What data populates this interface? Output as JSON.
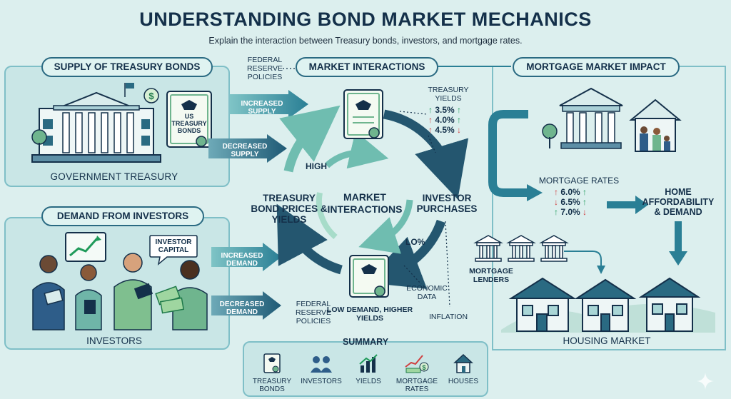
{
  "title": "UNDERSTANDING BOND MARKET MECHANICS",
  "subtitle": "Explain the interaction between Treasury bonds, investors, and mortgage rates.",
  "supply": {
    "header": "SUPPLY OF TREASURY BONDS",
    "bond_label": "US TREASURY BONDS",
    "footer": "GOVERNMENT TREASURY",
    "increased": "INCREASED SUPPLY",
    "decreased": "DECREASED SUPPLY"
  },
  "demand": {
    "header": "DEMAND FROM INVESTORS",
    "capital": "INVESTOR CAPITAL",
    "footer": "INVESTORS",
    "increased": "INCREASED DEMAND",
    "decreased": "DECREASED DEMAND"
  },
  "center": {
    "header": "MARKET INTERACTIONS",
    "fed_top": "FEDERAL RESERVE POLICIES",
    "fed_bottom": "FEDERAL RESERVE POLICIES",
    "treasury_yields": "TREASURY YIELDS",
    "yields": [
      {
        "value": "3.5%",
        "dir": "up"
      },
      {
        "value": "4.0%",
        "dir": "up"
      },
      {
        "value": "4.5%",
        "dir": "down"
      }
    ],
    "high": "HIGH",
    "low": "LO%",
    "core": "MARKET INTERACTIONS",
    "left_label": "TREASURY BOND PRICES & YIELDS",
    "right_label": "INVESTOR PURCHASES",
    "low_demand": "LOW DEMAND, HIGHER YIELDS",
    "economic": "ECONOMIC DATA",
    "inflation": "INFLATION"
  },
  "mortgage": {
    "header": "MORTGAGE MARKET IMPACT",
    "rates_title": "MORTGAGE RATES",
    "rates": [
      {
        "value": "6.0%",
        "dir": "up"
      },
      {
        "value": "6.5%",
        "dir": "up"
      },
      {
        "value": "7.0%",
        "dir": "down"
      }
    ],
    "home_afford": "HOME AFFORDABILITY & DEMAND",
    "lenders": "MORTGAGE LENDERS",
    "housing": "HOUSING MARKET"
  },
  "summary": {
    "title": "SUMMARY",
    "items": [
      {
        "label": "TREASURY BONDS",
        "icon": "bond-icon"
      },
      {
        "label": "INVESTORS",
        "icon": "investors-icon"
      },
      {
        "label": "YIELDS",
        "icon": "yields-icon"
      },
      {
        "label": "MORTGAGE RATES",
        "icon": "mortgage-icon"
      },
      {
        "label": "HOUSES",
        "icon": "house-icon"
      }
    ]
  },
  "colors": {
    "navy": "#14304a",
    "teal": "#2a7f95",
    "panel": "#c9e6e6",
    "up": "#1f9a5a",
    "down": "#d04040"
  }
}
